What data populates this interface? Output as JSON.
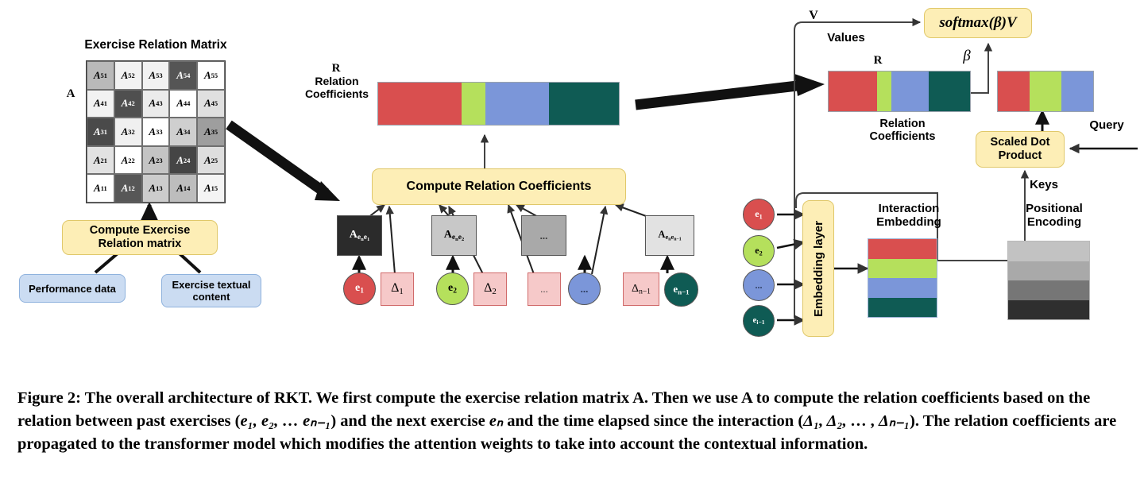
{
  "figure": {
    "matrix_title": "Exercise Relation Matrix",
    "matrix_label": "A",
    "matrix_cells": [
      [
        {
          "t": "A",
          "s": "51",
          "sh": "#b9b9b9"
        },
        {
          "t": "A",
          "s": "52",
          "sh": "#f2f2f2"
        },
        {
          "t": "A",
          "s": "53",
          "sh": "#f2f2f2"
        },
        {
          "t": "A",
          "s": "54",
          "sh": "#555555"
        },
        {
          "t": "A",
          "s": "55",
          "sh": "#ffffff"
        }
      ],
      [
        {
          "t": "A",
          "s": "41",
          "sh": "#f2f2f2"
        },
        {
          "t": "A",
          "s": "42",
          "sh": "#4f4f4f"
        },
        {
          "t": "A",
          "s": "43",
          "sh": "#ebebeb"
        },
        {
          "t": "A",
          "s": "44",
          "sh": "#ffffff"
        },
        {
          "t": "A",
          "s": "45",
          "sh": "#e0e0e0"
        }
      ],
      [
        {
          "t": "A",
          "s": "31",
          "sh": "#4a4a4a"
        },
        {
          "t": "A",
          "s": "32",
          "sh": "#f0f0f0"
        },
        {
          "t": "A",
          "s": "33",
          "sh": "#ffffff"
        },
        {
          "t": "A",
          "s": "34",
          "sh": "#cfcfcf"
        },
        {
          "t": "A",
          "s": "35",
          "sh": "#9e9e9e"
        }
      ],
      [
        {
          "t": "A",
          "s": "21",
          "sh": "#e2e2e2"
        },
        {
          "t": "A",
          "s": "22",
          "sh": "#ffffff"
        },
        {
          "t": "A",
          "s": "23",
          "sh": "#c4c4c4"
        },
        {
          "t": "A",
          "s": "24",
          "sh": "#454545"
        },
        {
          "t": "A",
          "s": "25",
          "sh": "#dedede"
        }
      ],
      [
        {
          "t": "A",
          "s": "11",
          "sh": "#ffffff"
        },
        {
          "t": "A",
          "s": "12",
          "sh": "#575757"
        },
        {
          "t": "A",
          "s": "13",
          "sh": "#cccccc"
        },
        {
          "t": "A",
          "s": "14",
          "sh": "#bdbdbd"
        },
        {
          "t": "A",
          "s": "15",
          "sh": "#f4f4f4"
        }
      ]
    ],
    "compute_exercise_box": "Compute Exercise\nRelation matrix",
    "performance_data_box": "Performance data",
    "exercise_textual_box": "Exercise textual\ncontent",
    "r_label": "R",
    "r_caption": "Relation\nCoefficients",
    "compute_relation_box": "Compute Relation Coefficients",
    "a_boxes": [
      {
        "label_main": "A",
        "label_sub": "eₙe₁",
        "shade": "#2b2b2b",
        "fg": "#ffffff"
      },
      {
        "label_main": "A",
        "label_sub": "eₙe₂",
        "shade": "#c8c8c8",
        "fg": "#000000"
      },
      {
        "label_main": "...",
        "label_sub": "",
        "shade": "#a9a9a9",
        "fg": "#3a3a3a"
      },
      {
        "label_main": "A",
        "label_sub": "eₙeₙ₋₁",
        "shade": "#e2e2e2",
        "fg": "#000000"
      }
    ],
    "sequence_nodes": [
      {
        "kind": "circle",
        "label": "e",
        "sub": "1",
        "color": "#d94f4f",
        "fg": "#ffffff"
      },
      {
        "kind": "square",
        "label": "Δ",
        "sub": "1"
      },
      {
        "kind": "circle",
        "label": "e",
        "sub": "2",
        "color": "#b5e05c",
        "fg": "#000000"
      },
      {
        "kind": "square",
        "label": "Δ",
        "sub": "2"
      },
      {
        "kind": "square",
        "label": "...",
        "sub": ""
      },
      {
        "kind": "circle",
        "label": "...",
        "sub": "",
        "color": "#7b96d9",
        "fg": "#2b3a5c"
      },
      {
        "kind": "square",
        "label": "Δ",
        "sub": "n-1"
      },
      {
        "kind": "circle",
        "label": "e",
        "sub": "n-1",
        "color": "#0f5b54",
        "fg": "#ffffff"
      }
    ],
    "v_label": "V",
    "values_label": "Values",
    "softmax_box": "softmax(β)V",
    "beta_label": "β",
    "r_label_right": "R",
    "relation_coeff_right": "Relation\nCoefficients",
    "scaled_dot_box": "Scaled Dot\nProduct",
    "query_label": "Query",
    "keys_label": "Keys",
    "embedding_layer_box": "Embedding layer",
    "interaction_embedding_label": "Interaction\nEmbedding",
    "positional_encoding_label": "Positional\nEncoding",
    "embedding_inputs": [
      {
        "label": "e",
        "sub": "1",
        "color": "#d94f4f",
        "fg": "#ffffff"
      },
      {
        "label": "e",
        "sub": "2",
        "color": "#b5e05c",
        "fg": "#000000"
      },
      {
        "label": "...",
        "sub": "",
        "color": "#7b96d9",
        "fg": "#2b3a5c"
      },
      {
        "label": "e",
        "sub": "i-1",
        "color": "#0f5b54",
        "fg": "#ffffff"
      }
    ],
    "colors": {
      "red": "#d94f4f",
      "green": "#b5e05c",
      "blue": "#7b96d9",
      "teal": "#0f5b54",
      "yellow_box": "#fdeeb6",
      "yellow_border": "#e0c86a",
      "blue_box": "#cbdcf2",
      "blue_border": "#8fb2dd",
      "pink_square": "#f6c9c9",
      "pink_border": "#d06a6a"
    },
    "r_bar_segments": [
      {
        "color": "#d94f4f",
        "width": 34.5
      },
      {
        "color": "#b5e05c",
        "width": 10.0
      },
      {
        "color": "#7b96d9",
        "width": 26.5
      },
      {
        "color": "#0f5b54",
        "width": 29.0
      }
    ],
    "r_bar_right_segments": [
      {
        "color": "#d94f4f",
        "width": 34.5
      },
      {
        "color": "#b5e05c",
        "width": 10.0
      },
      {
        "color": "#7b96d9",
        "width": 26.5
      },
      {
        "color": "#0f5b54",
        "width": 29.0
      }
    ],
    "attention_bar_segments": [
      {
        "color": "#d94f4f",
        "width": 33.4
      },
      {
        "color": "#b5e05c",
        "width": 33.3
      },
      {
        "color": "#7b96d9",
        "width": 33.3
      }
    ],
    "interaction_embedding_segments": [
      {
        "color": "#d94f4f",
        "height": 25
      },
      {
        "color": "#b5e05c",
        "height": 25
      },
      {
        "color": "#7b96d9",
        "height": 25
      },
      {
        "color": "#0f5b54",
        "height": 25
      }
    ],
    "positional_encoding_segments": [
      {
        "color": "#c2c2c2",
        "height": 25
      },
      {
        "color": "#a9a9a9",
        "height": 25
      },
      {
        "color": "#767676",
        "height": 25
      },
      {
        "color": "#2f2f2f",
        "height": 25
      }
    ]
  },
  "caption": {
    "prefix": "Figure 2:",
    "line1": " The overall architecture of RKT. We first compute the exercise relation matrix A. Then we use A to compute the",
    "line2_a": "relation coefficients based on the relation between past exercises (",
    "line2_math": "e₁, e₂, … eₙ₋₁",
    "line2_b": ") and the next exercise ",
    "line2_math2": "eₙ",
    "line2_c": " and the time elapsed",
    "line3_a": "since the interaction (",
    "line3_math": "Δ₁, Δ₂, … , Δₙ₋₁",
    "line3_b": "). The relation coefficients are propagated to the transformer model which modifies the",
    "line4": "attention weights to take into account the contextual information."
  }
}
